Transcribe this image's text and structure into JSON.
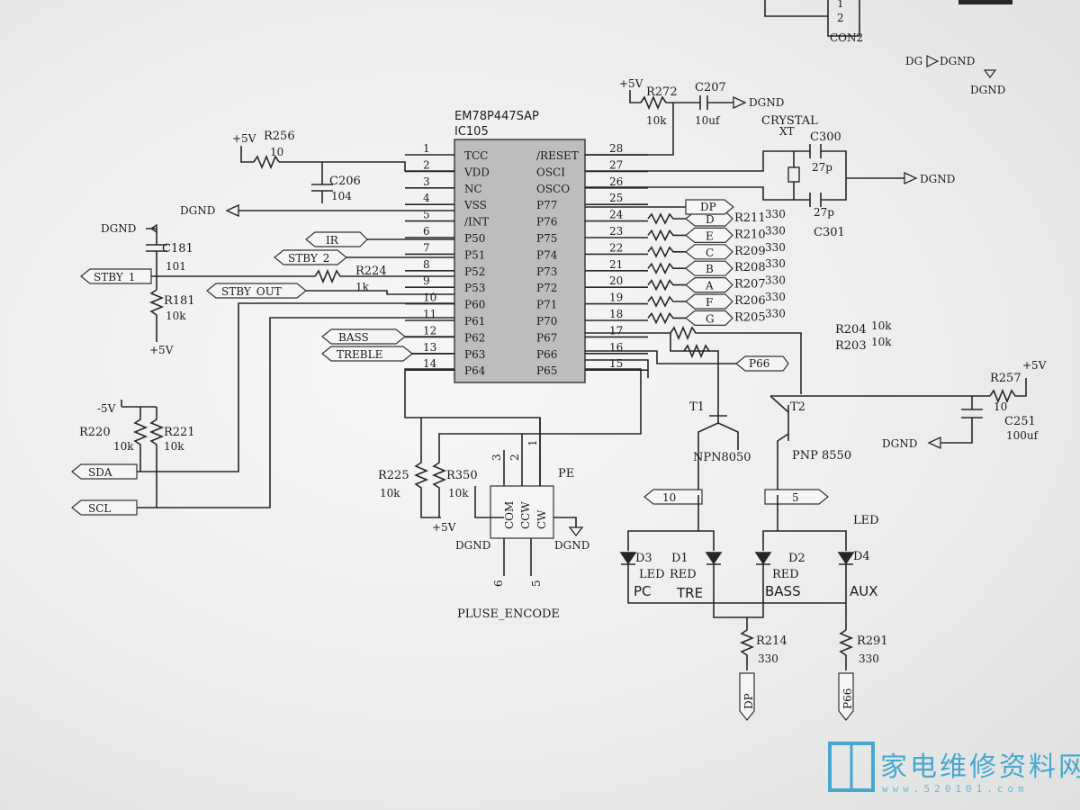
{
  "ic": {
    "part": "EM78P447SAP",
    "ref": "IC105",
    "left_pins": [
      {
        "num": "1",
        "name": "TCC"
      },
      {
        "num": "2",
        "name": "VDD"
      },
      {
        "num": "3",
        "name": "NC"
      },
      {
        "num": "4",
        "name": "VSS"
      },
      {
        "num": "5",
        "name": "/INT"
      },
      {
        "num": "6",
        "name": "P50"
      },
      {
        "num": "7",
        "name": "P51"
      },
      {
        "num": "8",
        "name": "P52"
      },
      {
        "num": "9",
        "name": "P53"
      },
      {
        "num": "10",
        "name": "P60"
      },
      {
        "num": "11",
        "name": "P61"
      },
      {
        "num": "12",
        "name": "P62"
      },
      {
        "num": "13",
        "name": "P63"
      },
      {
        "num": "14",
        "name": "P64"
      }
    ],
    "right_pins": [
      {
        "num": "28",
        "name": "/RESET"
      },
      {
        "num": "27",
        "name": "OSCI"
      },
      {
        "num": "26",
        "name": "OSCO"
      },
      {
        "num": "25",
        "name": "P77"
      },
      {
        "num": "24",
        "name": "P76"
      },
      {
        "num": "23",
        "name": "P75"
      },
      {
        "num": "22",
        "name": "P74"
      },
      {
        "num": "21",
        "name": "P73"
      },
      {
        "num": "20",
        "name": "P72"
      },
      {
        "num": "19",
        "name": "P71"
      },
      {
        "num": "18",
        "name": "P70"
      },
      {
        "num": "17",
        "name": "P67"
      },
      {
        "num": "16",
        "name": "P66"
      },
      {
        "num": "15",
        "name": "P65"
      }
    ]
  },
  "segment_resistors": [
    {
      "ref": "R211",
      "value": "330",
      "net": "D"
    },
    {
      "ref": "R210",
      "value": "330",
      "net": "E"
    },
    {
      "ref": "R209",
      "value": "330",
      "net": "C"
    },
    {
      "ref": "R208",
      "value": "330",
      "net": "B"
    },
    {
      "ref": "R207",
      "value": "330",
      "net": "A"
    },
    {
      "ref": "R206",
      "value": "330",
      "net": "F"
    },
    {
      "ref": "R205",
      "value": "330",
      "net": "G"
    }
  ],
  "left_nets": {
    "ir": "IR",
    "stby2": "STBY_2",
    "stby1": "STBY_1",
    "stby_out": "STBY_OUT",
    "bass": "BASS",
    "treble": "TREBLE",
    "sda": "SDA",
    "scl": "SCL"
  },
  "dp_net": "DP",
  "p66_net": "P66",
  "power": {
    "p5v": "+5V",
    "m5v": "-5V",
    "dgnd": "DGND",
    "dg": "DG"
  },
  "r256": {
    "ref": "R256",
    "value": "10"
  },
  "c206": {
    "ref": "C206",
    "value": "104"
  },
  "c181": {
    "ref": "C181",
    "value": "101"
  },
  "r181": {
    "ref": "R181",
    "value": "10k"
  },
  "r224": {
    "ref": "R224",
    "value": "1k"
  },
  "r272": {
    "ref": "R272",
    "value": "10k"
  },
  "c207": {
    "ref": "C207",
    "value": "10uf"
  },
  "crystal": {
    "label": "CRYSTAL",
    "ref": "XT"
  },
  "c300": {
    "ref": "C300",
    "value": "27p"
  },
  "c301": {
    "ref": "C301",
    "value": "27p"
  },
  "r204": {
    "ref": "R204",
    "value": "10k"
  },
  "r203": {
    "ref": "R203",
    "value": "10k"
  },
  "r257": {
    "ref": "R257",
    "value": "10"
  },
  "c251": {
    "ref": "C251",
    "value": "100uf"
  },
  "r220": {
    "ref": "R220",
    "value": "10k"
  },
  "r221": {
    "ref": "R221",
    "value": "10k"
  },
  "r225": {
    "ref": "R225",
    "value": "10k"
  },
  "r350": {
    "ref": "R350",
    "value": "10k"
  },
  "encoder": {
    "ref": "PE",
    "pins": [
      "COM",
      "CCW",
      "CW"
    ],
    "pin_nums": [
      "3",
      "2",
      "1"
    ],
    "bottom_pins": [
      "6",
      "5"
    ],
    "name": "PLUSE_ENCODE"
  },
  "t1": {
    "ref": "T1",
    "type": "NPN8050"
  },
  "t2": {
    "ref": "T2",
    "type": "PNP  8550"
  },
  "tag10": "10",
  "tag5": "5",
  "leds": {
    "header": "LED",
    "d3": {
      "ref": "D3",
      "sub": "LED",
      "name": "PC"
    },
    "d1": {
      "ref": "D1",
      "sub": "RED",
      "name": "TRE"
    },
    "d2": {
      "ref": "D2",
      "sub": "RED",
      "name": "BASS"
    },
    "d4": {
      "ref": "D4",
      "name": "AUX"
    }
  },
  "r214": {
    "ref": "R214",
    "value": "330"
  },
  "r291": {
    "ref": "R291",
    "value": "330"
  },
  "con2": {
    "ref": "CON2",
    "pin1": "1",
    "pin2": "2"
  },
  "watermark": {
    "text": "家电维修资料网",
    "url": "www.520101.com",
    "logo_color": "#47a7cf"
  }
}
